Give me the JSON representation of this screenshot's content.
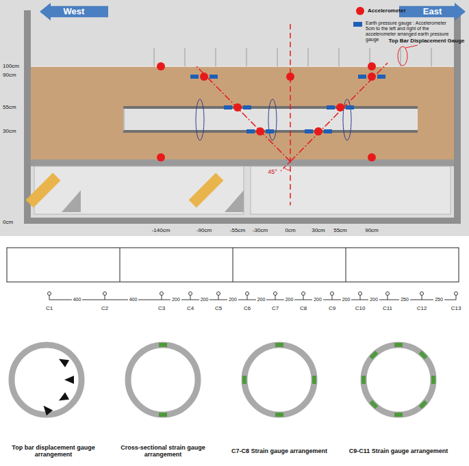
{
  "diagram": {
    "nodes": [
      {
        "text": [
          "West"
        ]
      },
      {
        "text": [
          "East"
        ]
      }
    ],
    "labels": [
      "Top Bar Displacement Gauge",
      "100cm",
      "90cm",
      "55cm",
      "30cm",
      "0cm",
      "-140cm",
      "-90cm",
      "-55cm",
      "-30cm",
      "0cm",
      "30cm",
      "55cm",
      "90cm",
      "45°",
      "C1",
      "C2",
      "C3",
      "C4",
      "C5",
      "C6",
      "C7",
      "C8",
      "C9",
      "C10",
      "C11",
      "C12",
      "C13",
      "400",
      "400",
      "200",
      "200",
      "200",
      "200",
      "200",
      "200",
      "200",
      "200",
      "250",
      "250",
      "Top bar displacement gauge arrangement",
      "Cross-sectional strain gauge arrangement",
      "C7-C8 Strain gauge arrangement",
      "C9-C11 Strain gauge arrangement"
    ],
    "legend": [
      {
        "text": "Accelerometer",
        "color": "#e8191a"
      },
      {
        "text": "Earth pressure gauge : Accelerometer 5cm to the left and right of the accelerometer arranged earth pressure gauge",
        "color": "#1f5fb5"
      }
    ]
  }
}
